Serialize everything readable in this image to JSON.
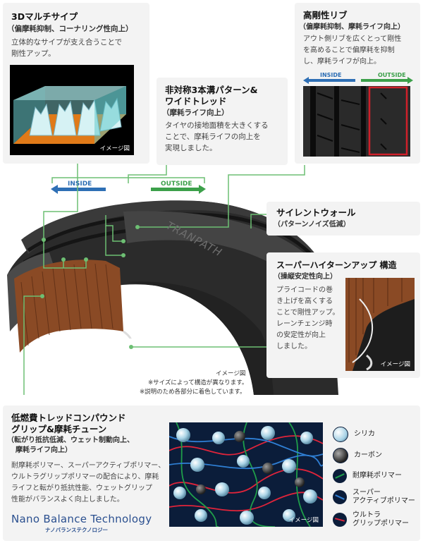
{
  "box3d": {
    "title": "3Dマルチサイプ",
    "subtitle": "（偏摩耗抑制、コーナリング性向上）",
    "desc1": "立体的なサイプが支え合うことで",
    "desc2": "剛性アップ。",
    "image_caption": "イメージ図"
  },
  "boxTread": {
    "title1": "非対称3本溝パターン&",
    "title2": "ワイドトレッド",
    "subtitle": "（摩耗ライフ向上）",
    "desc1": "タイヤの接地面積を大きくする",
    "desc2": "ことで、摩耗ライフの向上を",
    "desc3": "実現しました。"
  },
  "boxRib": {
    "title": "高剛性リブ",
    "subtitle": "（偏摩耗抑制、摩耗ライフ向上）",
    "desc1": "アウト側リブを広くとって剛性",
    "desc2": "を高めることで偏摩耗を抑制",
    "desc3": "し、摩耗ライフが向上。",
    "inside_label": "INSIDE",
    "outside_label": "OUTSIDE"
  },
  "tireArrows": {
    "inside_label": "INSIDE",
    "outside_label": "OUTSIDE"
  },
  "silent": {
    "title": "サイレントウォール",
    "subtitle": "（パターンノイズ低減）"
  },
  "hiturn": {
    "title": "スーパーハイターンアップ 構造",
    "subtitle": "（操縦安定性向上）",
    "desc1": "プライコードの巻",
    "desc2": "き上げを高くする",
    "desc3": "ことで剛性アップ。",
    "desc4": "レーンチェンジ時",
    "desc5": "の安定性が向上",
    "desc6": "しました。",
    "image_caption": "イメージ図"
  },
  "tireNotes": {
    "line1": "イメージ図",
    "line2": "※サイズによって構造が異なります。",
    "line3": "※説明のため各部分に着色しています。"
  },
  "tireText": "TRANPATH",
  "compound": {
    "title1": "低燃費トレッドコンパウンド",
    "title2": "グリップ&摩耗チューン",
    "subtitle1": "（転がり抵抗低減、ウェット制動向上、",
    "subtitle2": "摩耗ライフ向上）",
    "desc1": "耐摩耗ポリマー、スーパーアクティブポリマー、",
    "desc2": "ウルトラグリップポリマーの配合により、摩耗",
    "desc3": "ライフと転がり抵抗性能、ウェットグリップ",
    "desc4": "性能がバランスよく向上しました。",
    "nano": "Nano Balance Technology",
    "nano_sub": "ナノバランステクノロジー",
    "image_caption": "イメージ図"
  },
  "legend": [
    {
      "label": "シリカ"
    },
    {
      "label": "カーボン"
    },
    {
      "label": "耐摩耗ポリマー"
    },
    {
      "label1": "スーパー",
      "label2": "アクティブポリマー"
    },
    {
      "label1": "ウルトラ",
      "label2": "グリップポリマー"
    }
  ],
  "colors": {
    "leader": "#6dbf73",
    "inside": "#2e6fb5",
    "outside": "#3ca04a",
    "highlight": "#d0202a"
  }
}
